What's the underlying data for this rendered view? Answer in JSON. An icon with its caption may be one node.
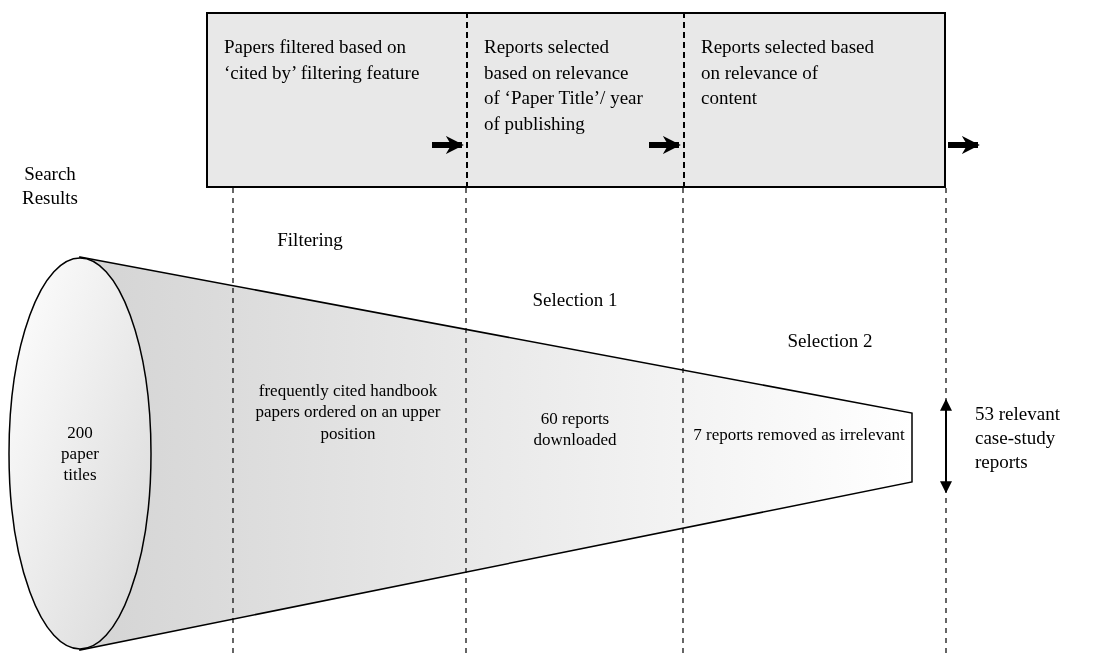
{
  "diagram": {
    "nodes": [
      {
        "text": [],
        "shape": "box"
      },
      {
        "text": [
          "Papers filtered based on ‘cited by’ filtering feature"
        ],
        "in": 0
      },
      {
        "text": [
          "Reports selected based on relevance of ‘Paper Title’/ year of publishing"
        ],
        "in": 0
      },
      {
        "text": [
          "Reports selected based on relevance of content"
        ],
        "in": 0
      },
      {
        "text": [
          "200 paper titles"
        ],
        "beside": [
          "Search Results"
        ]
      }
    ],
    "edges": [
      {
        "from": 1,
        "to": 2,
        "arrow": "to"
      },
      {
        "from": 2,
        "to": 3,
        "arrow": "to"
      },
      {
        "from": 3,
        "to": null,
        "arrow": "to"
      }
    ],
    "labels": [
      "Filtering",
      "Selection 1",
      "Selection 2",
      "frequently cited handbook papers ordered on an upper position",
      "60 reports downloaded",
      "7 reports removed as irrelevant",
      "53 relevant case-study reports"
    ]
  }
}
